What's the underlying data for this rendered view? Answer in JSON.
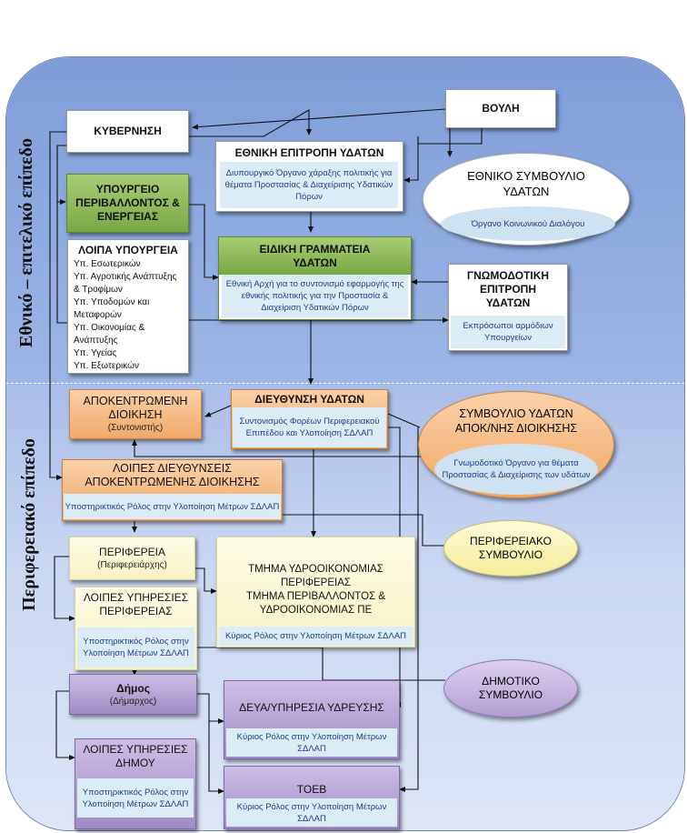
{
  "levels": {
    "national": "Εθνικό – επιτελικό επίπεδο",
    "regional": "Περιφερειακό επίπεδο"
  },
  "boxes": {
    "government": "ΚΥΒΕΡΝΗΣΗ",
    "parliament": "ΒΟΥΛΗ",
    "national_water_committee": {
      "title": "ΕΘΝΙΚΗ ΕΠΙΤΡΟΠΗ ΥΔΑΤΩΝ",
      "desc": "Διυπουργικό Όργανο χάραξης πολιτικής για θέματα Προστασίας & Διαχείρισης Υδατικών Πόρων"
    },
    "national_water_council": {
      "title": "ΕΘΝΙΚΟ ΣΥΜΒΟΥΛΙΟ ΥΔΑΤΩΝ",
      "desc": "Όργανο Κοινωνικού Διαλόγου"
    },
    "ministry_environment": "ΥΠΟΥΡΓΕΙΟ ΠΕΡΙΒΑΛΛΟΝΤΟΣ & ΕΝΕΡΓΕΙΑΣ",
    "other_ministries": {
      "title": "ΛΟΙΠΑ ΥΠΟΥΡΓΕΙΑ",
      "items": [
        "Υπ. Εσωτερικών",
        "Υπ. Αγροτικής Ανάπτυξης & Τροφίμων",
        "Υπ. Υποδομών και Μεταφορών",
        "Υπ. Οικονομίας & Ανάπτυξης",
        "Υπ. Υγείας",
        "Υπ. Εξωτερικών"
      ]
    },
    "special_secretariat": {
      "title": "ΕΙΔΙΚΗ ΓΡΑΜΜΑΤΕΙΑ ΥΔΑΤΩΝ",
      "desc": "Εθνική Αρχή για το συντονισμό εφαρμογής της εθνικής πολιτικής για την Προστασία & Διαχείριση Υδατικών Πόρων"
    },
    "advisory_committee": {
      "title": "ΓΝΩΜΟΔΟΤΙΚΗ ΕΠΙΤΡΟΠΗ ΥΔΑΤΩΝ",
      "desc": "Εκπρόσωποι αρμόδιων Υπουργείων"
    },
    "decentralized_admin": {
      "title": "ΑΠΟΚΕΝΤΡΩΜΕΝΗ ΔΙΟΙΚΗΣΗ",
      "role": "(Συντονιστής)"
    },
    "water_directorate": {
      "title": "ΔΙΕΥΘΥΝΣΗ ΥΔΑΤΩΝ",
      "desc": "Συντονισμός Φορέων Περιφερειακού Επιπέδου και Υλοποίηση ΣΔΛΑΠ"
    },
    "water_council_decentralized": {
      "title": "ΣΥΜΒΟΥΛΙΟ ΥΔΑΤΩΝ ΑΠΟΚ/ΝΗΣ ΔΙΟΙΚΗΣΗΣ",
      "desc": "Γνωμοδοτικό Όργανο για θέματα Προστασίας & Διαχείρισης των υδάτων"
    },
    "other_directorates": {
      "title": "ΛΟΙΠΕΣ ΔΙΕΥΘΥΝΣΕΙΣ ΑΠΟΚΕΝΤΡΩΜΕΝΗΣ ΔΙΟΙΚΗΣΗΣ",
      "desc": "Υποστηρικτικός Ρόλος στην Υλοποίηση Μέτρων ΣΔΛΑΠ"
    },
    "region": {
      "title": "ΠΕΡΙΦΕΡΕΙΑ",
      "role": "(Περιφερειάρχης)"
    },
    "regional_council": "ΠΕΡΙΦΕΡΕΙΑΚΟ ΣΥΜΒΟΥΛΙΟ",
    "hydroeconomy_dept": {
      "title1": "ΤΜΗΜΑ ΥΔΡΟΟΙΚΟΝΟΜΙΑΣ ΠΕΡΙΦΕΡΕΙΑΣ",
      "title2": "ΤΜΗΜΑ ΠΕΡΙΒΑΛΛΟΝΤΟΣ & ΥΔΡΟΟΙΚΟΝΟΜΙΑΣ ΠΕ",
      "desc": "Κύριος Ρόλος στην Υλοποίηση Μέτρων ΣΔΛΑΠ"
    },
    "other_region_services": {
      "title": "ΛΟΙΠΕΣ ΥΠΗΡΕΣΙΕΣ ΠΕΡΙΦΕΡΕΙΑΣ",
      "desc": "Υποστηρικτικός Ρόλος στην Υλοποίηση Μέτρων ΣΔΛΑΠ"
    },
    "municipality": {
      "title": "Δήμος",
      "role": "(Δήμαρχος)"
    },
    "municipal_council": "ΔΗΜΟΤΙΚΟ ΣΥΜΒΟΥΛΙΟ",
    "deya": {
      "title": "ΔΕΥΑ/ΥΠΗΡΕΣΙΑ ΥΔΡΕΥΣΗΣ",
      "desc": "Κύριος Ρόλος στην Υλοποίηση Μέτρων ΣΔΛΑΠ"
    },
    "other_municipal_services": {
      "title": "ΛΟΙΠΕΣ ΥΠΗΡΕΣΙΕΣ ΔΗΜΟΥ",
      "desc": "Υποστηρικτικός Ρόλος στην Υλοποίηση Μέτρων ΣΔΛΑΠ"
    },
    "toeb": {
      "title": "ΤΟΕΒ",
      "desc": "Κύριος Ρόλος στην Υλοποίηση Μέτρων ΣΔΛΑΠ"
    }
  },
  "colors": {
    "national_bg": "#8aa6dc",
    "regional_bg": "#c6d4f0",
    "green": "#8bb656",
    "orange": "#f4b57e",
    "yellow": "#f8f5cf",
    "purple": "#b3a1d2",
    "desc_text": "#1f3e86"
  }
}
